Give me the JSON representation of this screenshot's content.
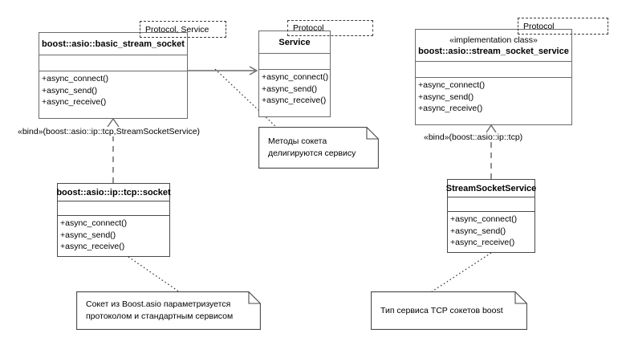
{
  "diagram": {
    "title": "boost::asio socket / service UML class diagram",
    "colors": {
      "box_border": "#6b6b6b",
      "thin_border": "#4a4a4a",
      "dash_border": "#3d3d3d",
      "line": "#6b6b6b",
      "dotted": "#333333",
      "background": "#ffffff",
      "text": "#000000"
    }
  },
  "classes": {
    "basic_stream_socket": {
      "name": "boost::asio::basic_stream_socket",
      "stereotype": "",
      "template_params": "Protocol, Service",
      "operations": [
        "+async_connect()",
        "+async_send()",
        "+async_receive()"
      ]
    },
    "service": {
      "name": "Service",
      "stereotype": "",
      "template_params": "Protocol",
      "operations": [
        "+async_connect()",
        "+async_send()",
        "+async_receive()"
      ]
    },
    "stream_socket_service": {
      "name": "boost::asio::stream_socket_service",
      "stereotype": "«implementation class»",
      "template_params": "Protocol",
      "operations": [
        "+async_connect()",
        "+async_send()",
        "+async_receive()"
      ]
    },
    "tcp_socket": {
      "name": "boost::asio::ip::tcp::socket",
      "stereotype": "",
      "template_params": "",
      "operations": [
        "+async_connect()",
        "+async_send()",
        "+async_receive()"
      ]
    },
    "stream_socket_service_iface": {
      "name": "StreamSocketService",
      "stereotype": "",
      "template_params": "",
      "operations": [
        "+async_connect()",
        "+async_send()",
        "+async_receive()"
      ]
    }
  },
  "bindings": {
    "left": "«bind»(boost::asio::ip::tcp,StreamSocketService)",
    "right": "«bind»(boost::asio::ip::tcp)"
  },
  "notes": {
    "delegate": {
      "lines": [
        "Методы сокета",
        "делигируются сервису"
      ]
    },
    "socket_param": {
      "lines": [
        "Сокет из Boost.asio параметризуется",
        "протоколом и стандартным сервисом"
      ]
    },
    "service_type": {
      "lines": [
        "Тип сервиса TCP сокетов boost"
      ]
    }
  }
}
